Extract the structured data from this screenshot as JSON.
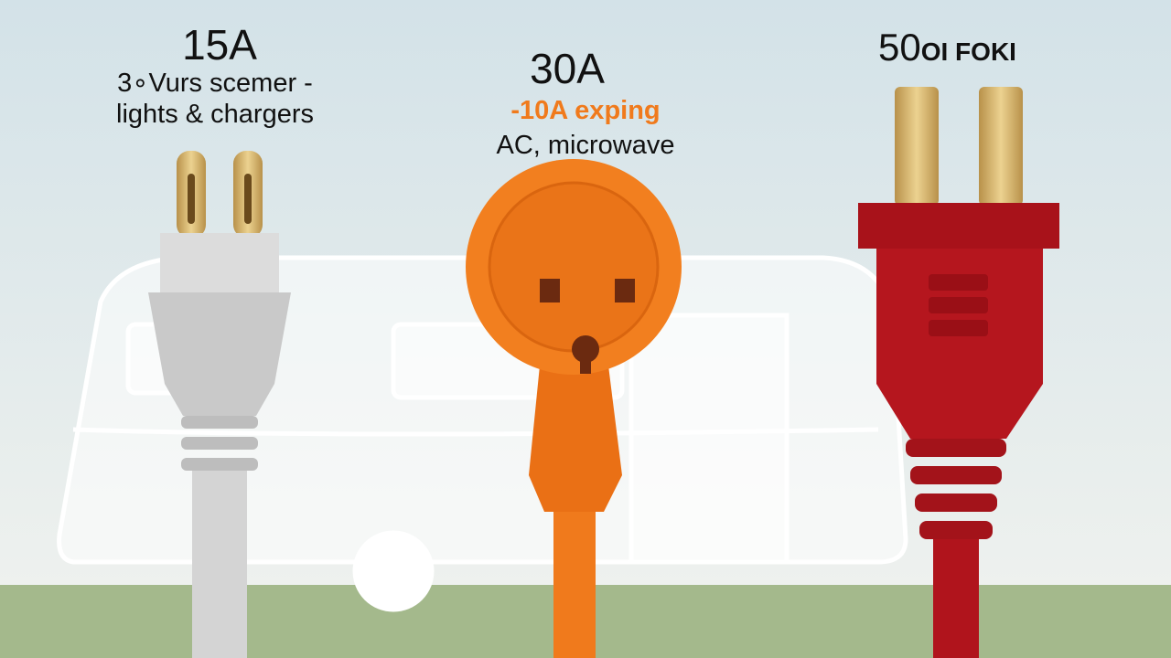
{
  "plugs": [
    {
      "amp": "15A",
      "lines": [
        "3∘Vurs scemer -",
        "lights & chargers"
      ],
      "color": "#d8d8d8"
    },
    {
      "amp": "30A",
      "highlight": "-10A exping",
      "lines": [
        "AC, microwave"
      ],
      "color": "#f07a1c"
    },
    {
      "amp": "50",
      "suffix": "OI FOKI",
      "color": "#b0141c"
    }
  ],
  "colors": {
    "sky_top": "#d3e2e8",
    "sky_bottom": "#eef1ee",
    "ground": "#a4b98c",
    "brass": "#d4b36a"
  }
}
